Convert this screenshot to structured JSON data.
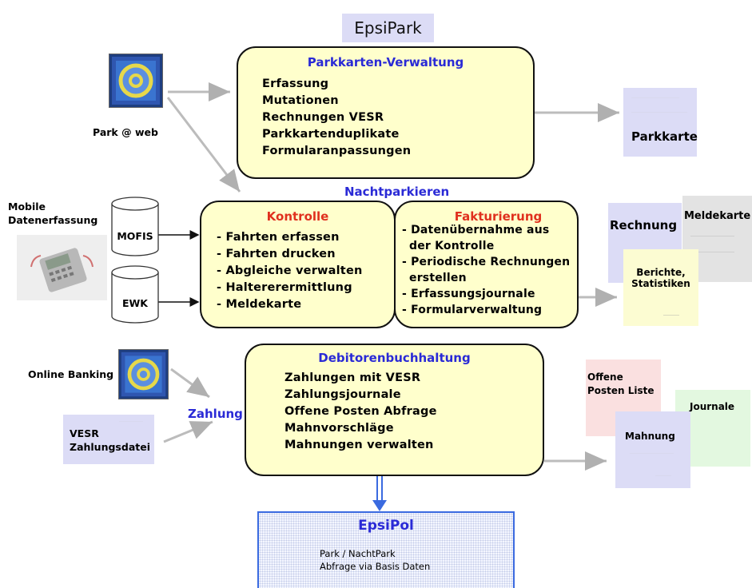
{
  "title": "EpsiPark",
  "parkweb": {
    "label": "Park @ web"
  },
  "parkkarten": {
    "title": "Parkkarten-Verwaltung",
    "items": [
      "Erfassung",
      "Mutationen",
      "Rechnungen VESR",
      "Parkkartenduplikate",
      "Formularanpassungen"
    ]
  },
  "nachtparkieren": {
    "label": "Nachtparkieren"
  },
  "mobile": {
    "label_line1": "Mobile",
    "label_line2": "Datenerfassung"
  },
  "cylinders": {
    "mofis": "MOFIS",
    "ewk": "EWK"
  },
  "kontrolle": {
    "title": "Kontrolle",
    "items": [
      "Fahrten erfassen",
      "Fahrten drucken",
      "Abgleiche verwalten",
      "Haltererermittlung",
      "Meldekarte"
    ]
  },
  "fakturierung": {
    "title": "Fakturierung",
    "items": [
      "Datenübernahme aus",
      "der Kontrolle",
      "Periodische Rechnungen",
      "erstellen",
      "Erfassungsjournale",
      "Formularverwaltung"
    ]
  },
  "documents": {
    "parkkarte": "Parkkarte",
    "rechnung": "Rechnung",
    "meldekarte": "Meldekarte",
    "berichte_line1": "Berichte,",
    "berichte_line2": "Statistiken",
    "offene_line1": "Offene",
    "offene_line2": "Posten Liste",
    "journale": "Journale",
    "mahnung": "Mahnung"
  },
  "online_banking": {
    "label": "Online Banking"
  },
  "vesr": {
    "line1": "VESR",
    "line2": "Zahlungsdatei"
  },
  "zahlung": {
    "label": "Zahlung"
  },
  "debitoren": {
    "title": "Debitorenbuchhaltung",
    "items": [
      "Zahlungen mit VESR",
      "Zahlungsjournale",
      "Offene Posten Abfrage",
      "Mahnvorschläge",
      "Mahnungen verwalten"
    ]
  },
  "epsipol": {
    "title": "EpsiPol",
    "line1": "Park / NachtPark",
    "line2": "Abfrage via Basis Daten"
  },
  "colors": {
    "module_fill": "#ffffcc",
    "title_blue": "#2a2ad6",
    "title_red": "#e0301e",
    "doc_lavender": "#dcdcf6",
    "doc_gray": "#e3e3e3",
    "doc_yellow": "#fcfcd2",
    "doc_pink": "#fae0e0",
    "doc_green": "#e3f8e0",
    "epsipol_border": "#3a6ae0"
  }
}
